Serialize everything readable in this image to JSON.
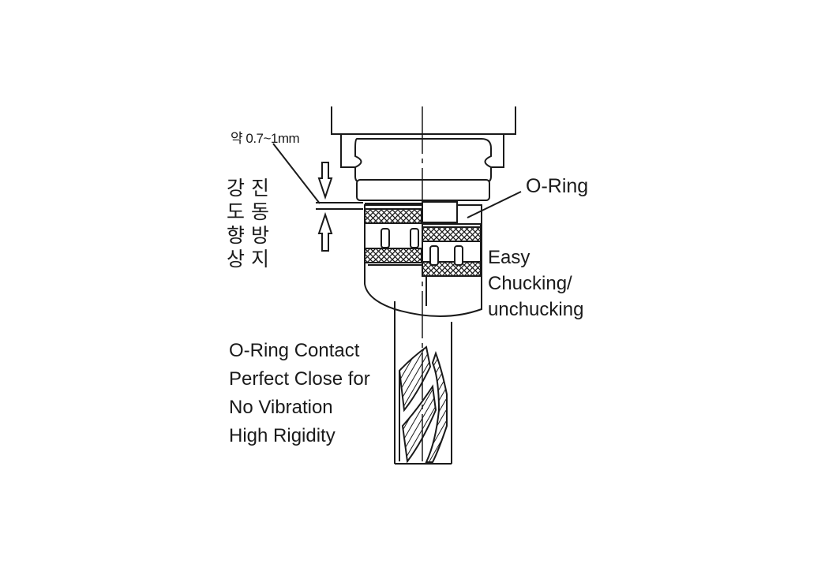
{
  "labels": {
    "gap_label": "약 0.7~1mm",
    "korean_col1": [
      "강",
      "도",
      "향",
      "상"
    ],
    "korean_col2": [
      "진",
      "동",
      "방",
      "지"
    ],
    "oring_label": "O-Ring",
    "easy_chucking": [
      "Easy",
      "Chucking/",
      "unchucking"
    ],
    "contact_note": [
      "O-Ring Contact",
      "Perfect Close for",
      "No Vibration",
      "High Rigidity"
    ]
  },
  "colors": {
    "line": "#1a1a1a",
    "background": "#ffffff"
  }
}
